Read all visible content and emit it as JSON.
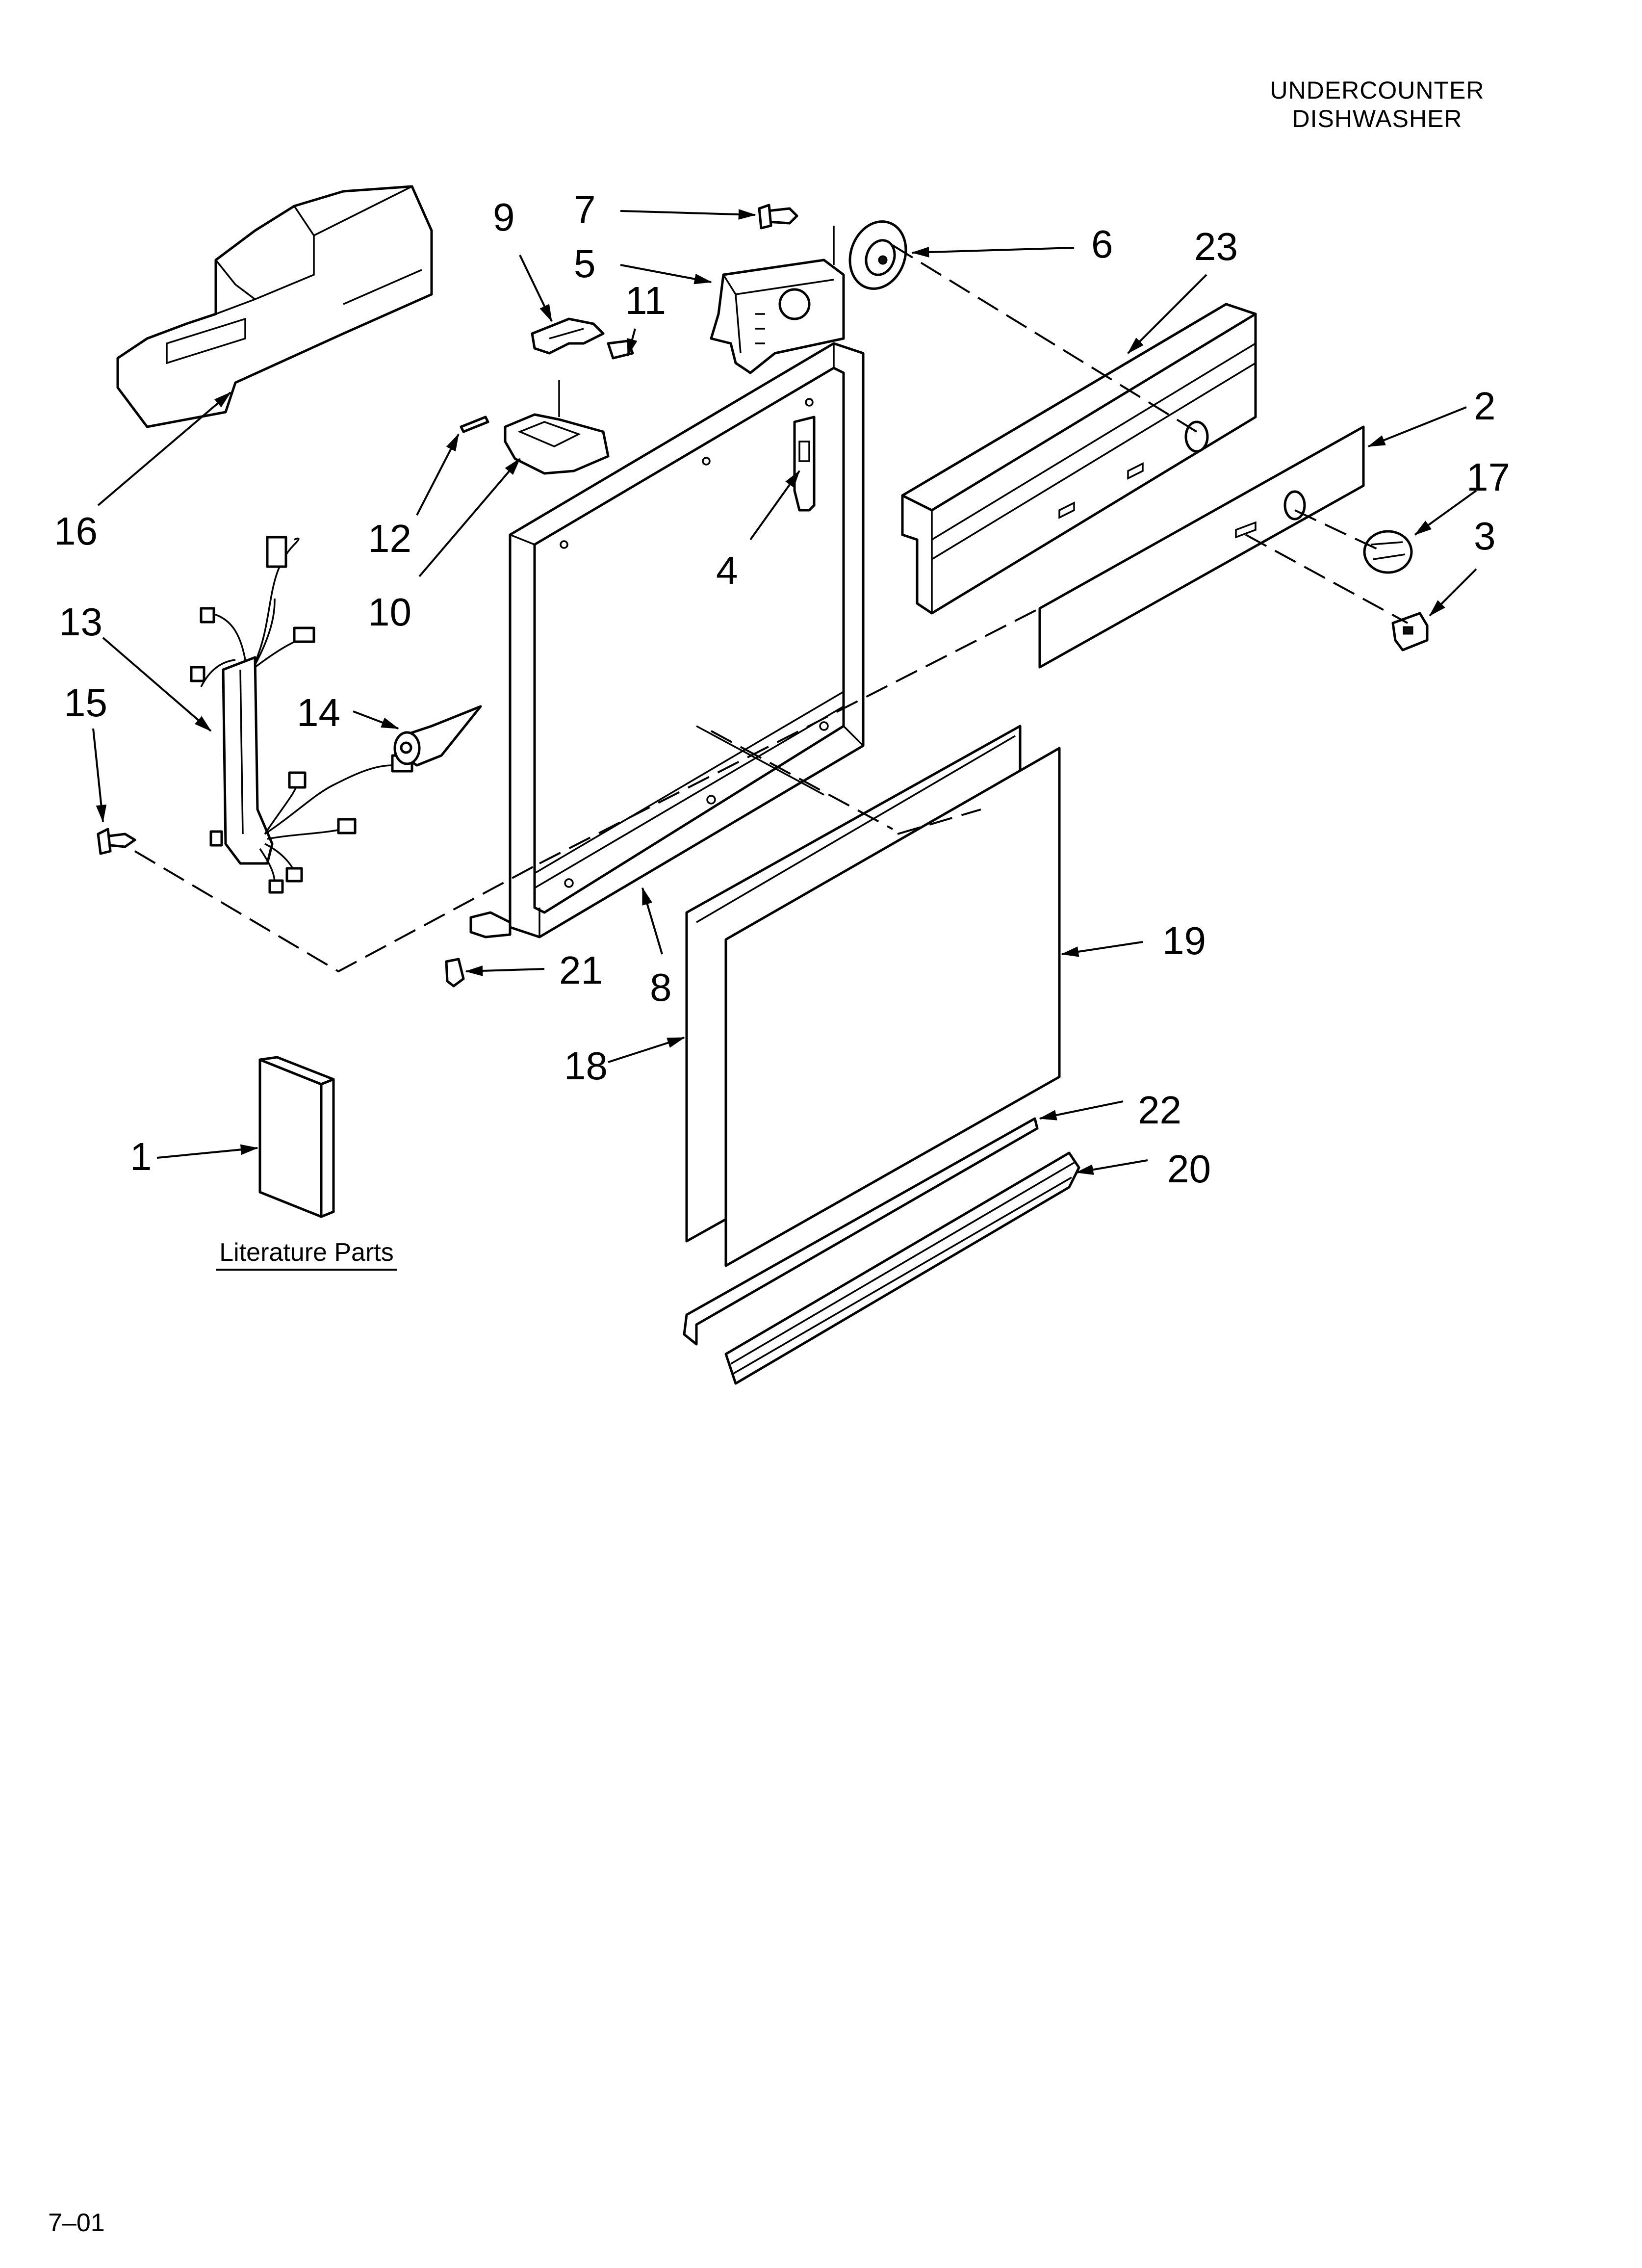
{
  "header": {
    "line1": "UNDERCOUNTER",
    "line2": "DISHWASHER"
  },
  "footer": {
    "code": "7–01"
  },
  "literature": {
    "caption": "Literature Parts"
  },
  "callouts": [
    {
      "id": "1",
      "label": "1"
    },
    {
      "id": "2",
      "label": "2"
    },
    {
      "id": "3",
      "label": "3"
    },
    {
      "id": "4",
      "label": "4"
    },
    {
      "id": "5",
      "label": "5"
    },
    {
      "id": "6",
      "label": "6"
    },
    {
      "id": "7",
      "label": "7"
    },
    {
      "id": "8",
      "label": "8"
    },
    {
      "id": "9",
      "label": "9"
    },
    {
      "id": "10",
      "label": "10"
    },
    {
      "id": "11",
      "label": "11"
    },
    {
      "id": "12",
      "label": "12"
    },
    {
      "id": "13",
      "label": "13"
    },
    {
      "id": "14",
      "label": "14"
    },
    {
      "id": "15",
      "label": "15"
    },
    {
      "id": "16",
      "label": "16"
    },
    {
      "id": "17",
      "label": "17"
    },
    {
      "id": "18",
      "label": "18"
    },
    {
      "id": "19",
      "label": "19"
    },
    {
      "id": "20",
      "label": "20"
    },
    {
      "id": "21",
      "label": "21"
    },
    {
      "id": "22",
      "label": "22"
    },
    {
      "id": "23",
      "label": "23"
    }
  ]
}
